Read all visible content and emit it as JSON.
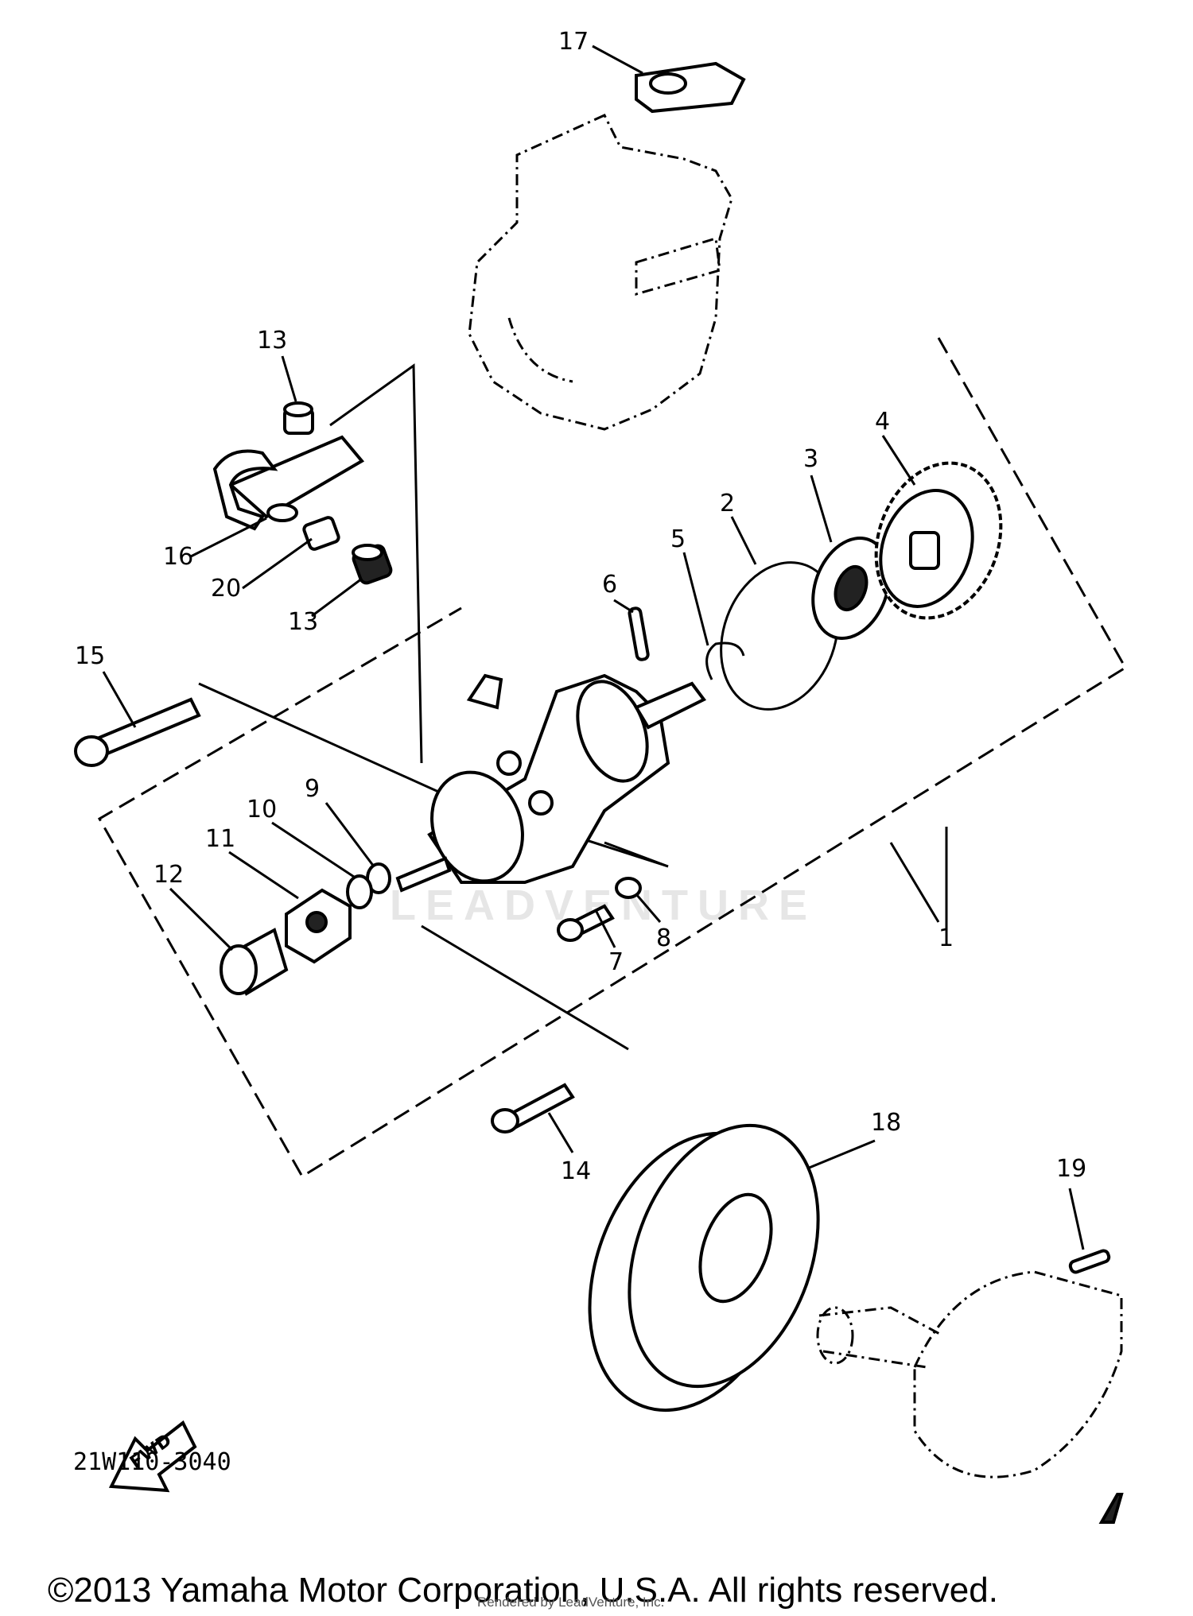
{
  "diagram": {
    "part_numbers": [
      "1",
      "2",
      "3",
      "4",
      "5",
      "6",
      "7",
      "8",
      "9",
      "10",
      "11",
      "12",
      "13",
      "13",
      "14",
      "15",
      "16",
      "17",
      "18",
      "19",
      "20"
    ],
    "fwd_label": "FWD",
    "drawing_code": "21W110-3040"
  },
  "watermark": "LEADVENTURE",
  "footer": {
    "copyright": "©2013 Yamaha Motor Corporation, U.S.A. All rights reserved.",
    "rendered_by": "Rendered by LeadVenture, Inc."
  }
}
